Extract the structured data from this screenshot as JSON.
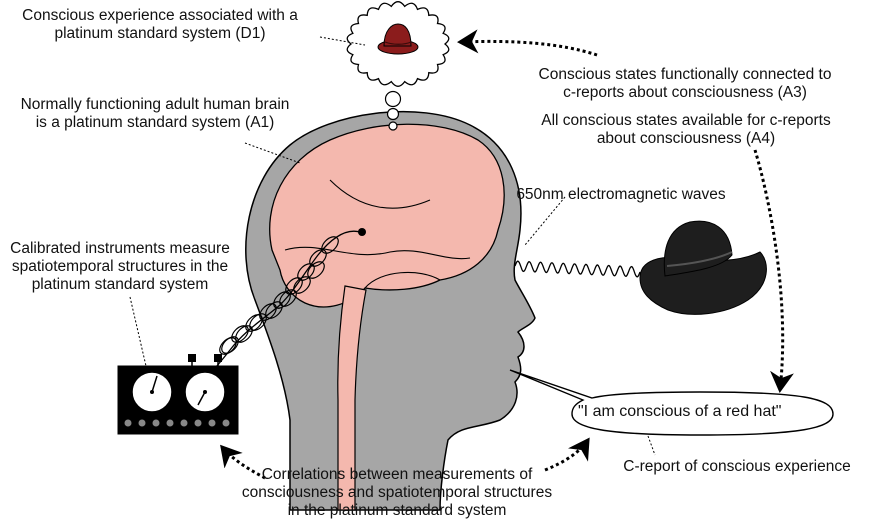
{
  "labels": {
    "d1": [
      "Conscious experience associated with a",
      "platinum standard system (D1)"
    ],
    "a1": [
      "Normally functioning adult human brain",
      "is a platinum standard system (A1)"
    ],
    "a3": [
      "Conscious states functionally connected to",
      "c-reports about consciousness (A3)"
    ],
    "a4": [
      "All conscious states available for c-reports",
      "about consciousness (A4)"
    ],
    "waves": [
      "650nm electromagnetic waves"
    ],
    "instruments": [
      "Calibrated instruments measure",
      "spatiotemporal structures in the",
      "platinum standard system"
    ],
    "correlations": [
      "Correlations between measurements of",
      "consciousness and spatiotemporal structures",
      "in the platinum standard system"
    ],
    "creport": [
      "C-report of conscious experience"
    ]
  },
  "speech_text": "\"I am conscious of a red hat\"",
  "colors": {
    "head": "#a6a6a6",
    "brain": "#f4b8ae",
    "red_hat": "#8b1c1c",
    "black_hat": "#1e1e1e",
    "outline": "#000000"
  },
  "icons": [
    "thought-bubble-icon",
    "red-hat-icon",
    "black-hat-icon",
    "measuring-instrument-icon",
    "electrode-coil-icon"
  ]
}
